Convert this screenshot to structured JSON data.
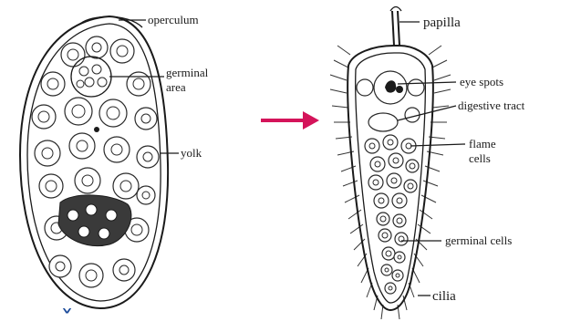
{
  "egg": {
    "labels": {
      "operculum": "operculum",
      "germinal_area_line1": "germinal",
      "germinal_area_line2": "area",
      "yolk": "yolk"
    }
  },
  "miracidium": {
    "labels": {
      "papilla": "papilla",
      "eye_spots": "eye spots",
      "digestive_tract": "digestive tract",
      "flame_cells_line1": "flame",
      "flame_cells_line2": "cells",
      "germinal_cells": "germinal cells",
      "cilia": "cilia"
    }
  },
  "arrow": {
    "color": "#d4145a"
  },
  "corner_glyph": "ˇ"
}
